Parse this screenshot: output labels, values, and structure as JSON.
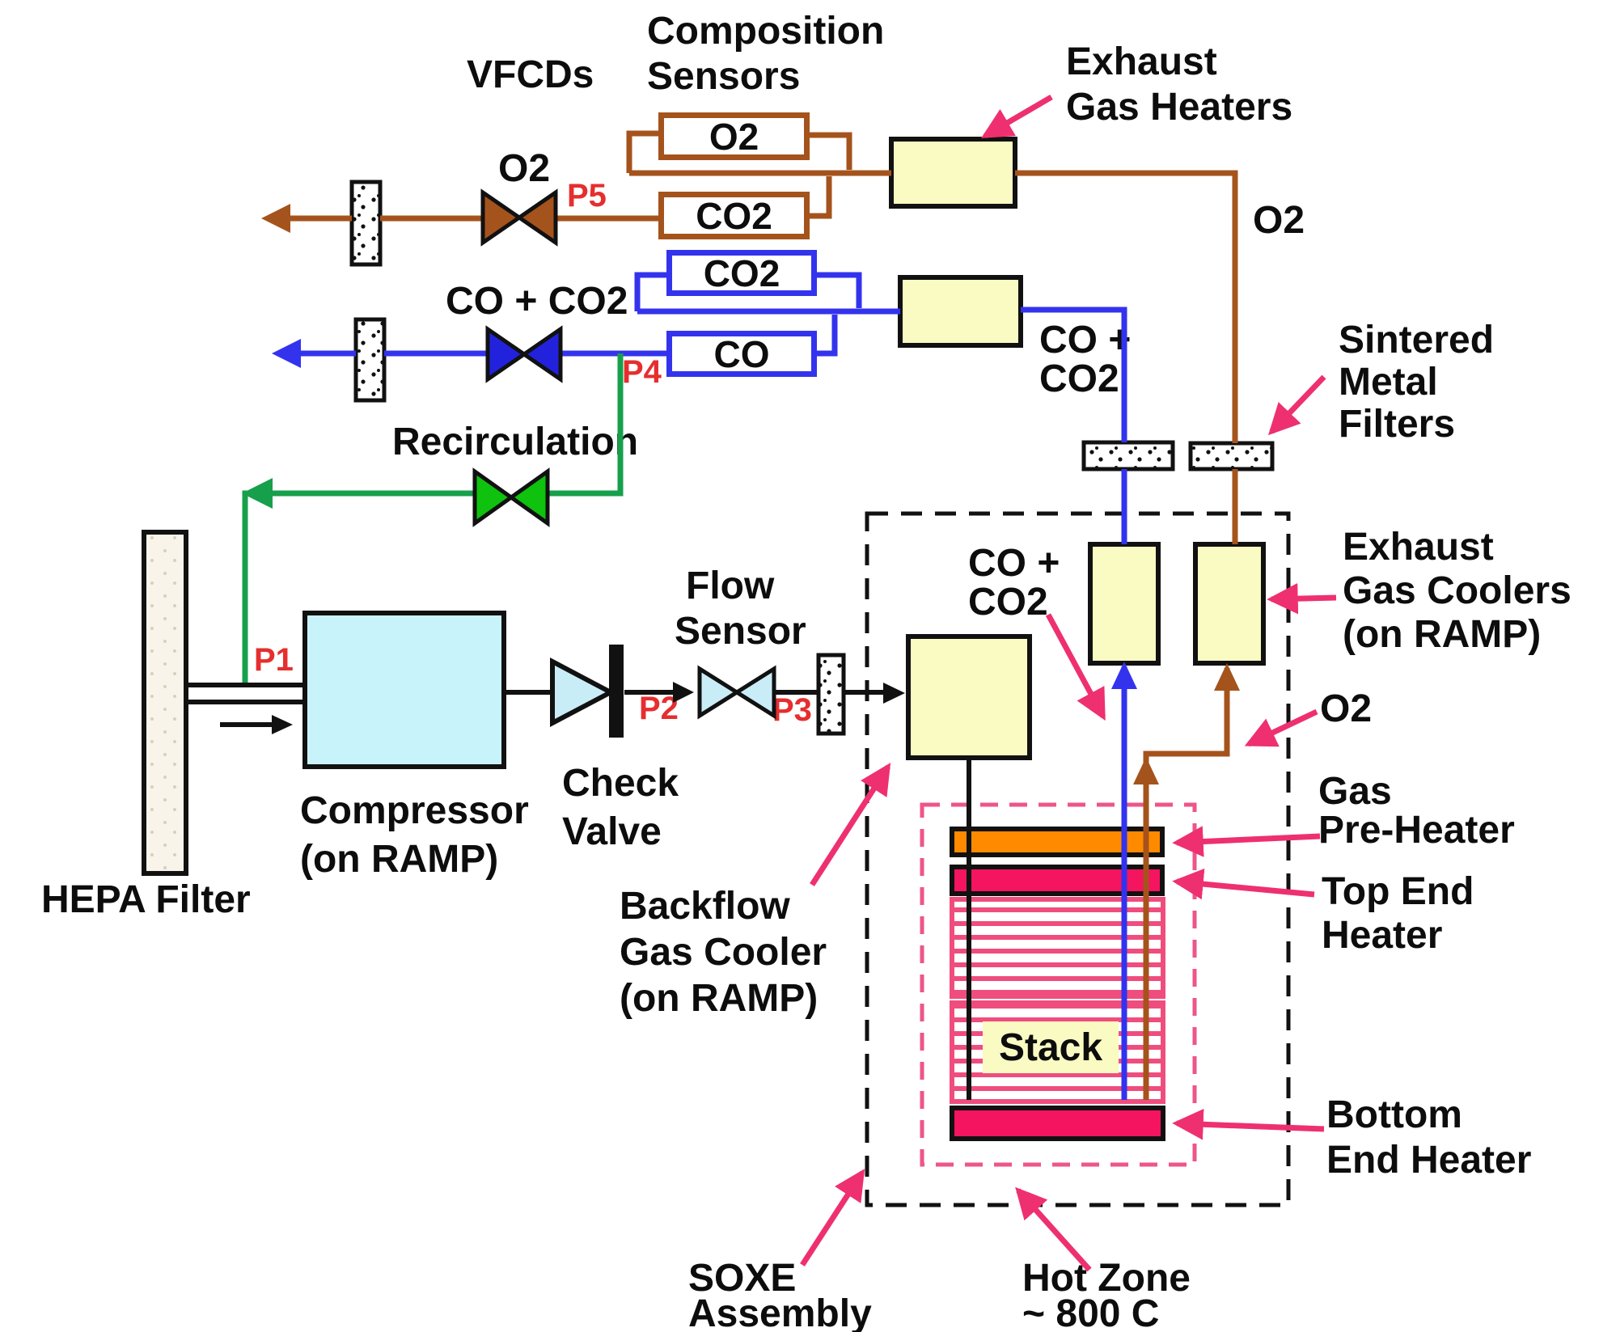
{
  "title": "SOXE gas-flow schematic",
  "colors": {
    "o2_line_brown": "#a5531c",
    "co_co2_line_blue": "#3333ee",
    "recirculation_green": "#17a04b",
    "component_cream": "#fafac3",
    "compressor_cyan": "#c9f3fa",
    "valve_cyan": "#c9edf7",
    "preheater_orange": "#ff8a00",
    "heater_crimson": "#f5145f",
    "stack_stripe_pink": "#ef4d7d",
    "annotation_pink": "#ee3070",
    "pressure_tap_red": "#e62e2e"
  },
  "labels": {
    "vfcds": "VFCDs",
    "composition_1": "Composition",
    "composition_2": "Sensors",
    "exhaust_heaters_1": "Exhaust",
    "exhaust_heaters_2": "Gas Heaters",
    "o2_valve": "O2",
    "co_co2_valve": "CO + CO2",
    "recirculation": "Recirculation",
    "o2_top_right": "O2",
    "sintered_1": "Sintered",
    "sintered_2": "Metal",
    "sintered_3": "Filters",
    "exhaust_coolers_1": "Exhaust",
    "exhaust_coolers_2": "Gas Coolers",
    "exhaust_coolers_3": "(on RAMP)",
    "o2_mid_right": "O2",
    "gas_preheater_1": "Gas",
    "gas_preheater_2": "Pre-Heater",
    "top_end_heater_1": "Top End",
    "top_end_heater_2": "Heater",
    "bottom_end_heater_1": "Bottom",
    "bottom_end_heater_2": "End Heater",
    "co_co2_outer_1": "CO +",
    "co_co2_outer_2": "CO2",
    "co_co2_inner_1": "CO +",
    "co_co2_inner_2": "CO2",
    "flow_sensor_1": "Flow",
    "flow_sensor_2": "Sensor",
    "check_valve_1": "Check",
    "check_valve_2": "Valve",
    "compressor_1": "Compressor",
    "compressor_2": "(on RAMP)",
    "hepa_filter": "HEPA Filter",
    "backflow_1": "Backflow",
    "backflow_2": "Gas Cooler",
    "backflow_3": "(on RAMP)",
    "soxe_1": "SOXE",
    "soxe_2": "Assembly",
    "hot_zone_1": "Hot Zone",
    "hot_zone_2": "~ 800 C"
  },
  "pressure_taps": {
    "p1": "P1",
    "p2": "P2",
    "p3": "P3",
    "p4": "P4",
    "p5": "P5"
  },
  "sensor_boxes": {
    "o2": "O2",
    "co2_brown": "CO2",
    "co2_blue": "CO2",
    "co": "CO"
  },
  "stack_label": "Stack"
}
